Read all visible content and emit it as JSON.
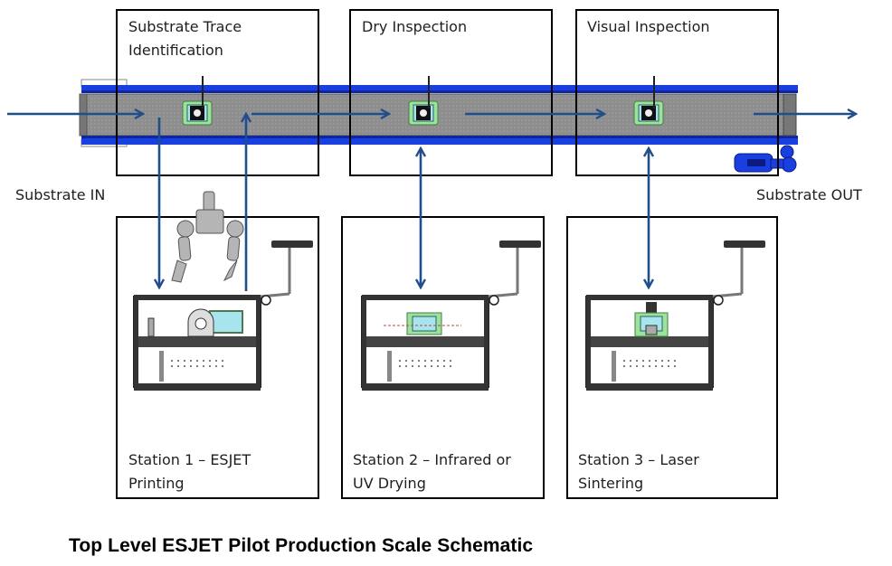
{
  "title": "Top Level ESJET Pilot Production Scale Schematic",
  "flow_labels": {
    "input": "Substrate IN",
    "output": "Substrate OUT"
  },
  "inspection_zones": [
    {
      "id": "trace",
      "label_line1": "Substrate Trace",
      "label_line2": "Identification"
    },
    {
      "id": "dry",
      "label_line1": "Dry Inspection",
      "label_line2": ""
    },
    {
      "id": "visual",
      "label_line1": "Visual Inspection",
      "label_line2": ""
    }
  ],
  "stations": [
    {
      "id": "station-1",
      "label_line1": "Station  1 – ESJET",
      "label_line2": "Printing",
      "process": "ESJET Printing",
      "has_robot": true
    },
    {
      "id": "station-2",
      "label_line1": "Station  2 – Infrared  or",
      "label_line2": "UV Drying",
      "process": "Infrared or UV Drying",
      "has_robot": false
    },
    {
      "id": "station-3",
      "label_line1": "Station  3 –  Laser",
      "label_line2": "Sintering",
      "process": "Laser Sintering",
      "has_robot": false
    }
  ],
  "icons": {
    "conveyor": "conveyor-belt-icon",
    "camera": "camera-icon",
    "robot": "dual-arm-robot-icon",
    "motor": "drive-motor-icon",
    "workstation": "workstation-frame-icon"
  },
  "colors": {
    "flow_arrow": "#1f4e8c",
    "conveyor_rail": "#1a3fe0",
    "conveyor_bed": "#8c8c8c",
    "camera_frame": "#9be39b",
    "camera_glass": "#a8e4ee",
    "box_border": "#000000"
  }
}
